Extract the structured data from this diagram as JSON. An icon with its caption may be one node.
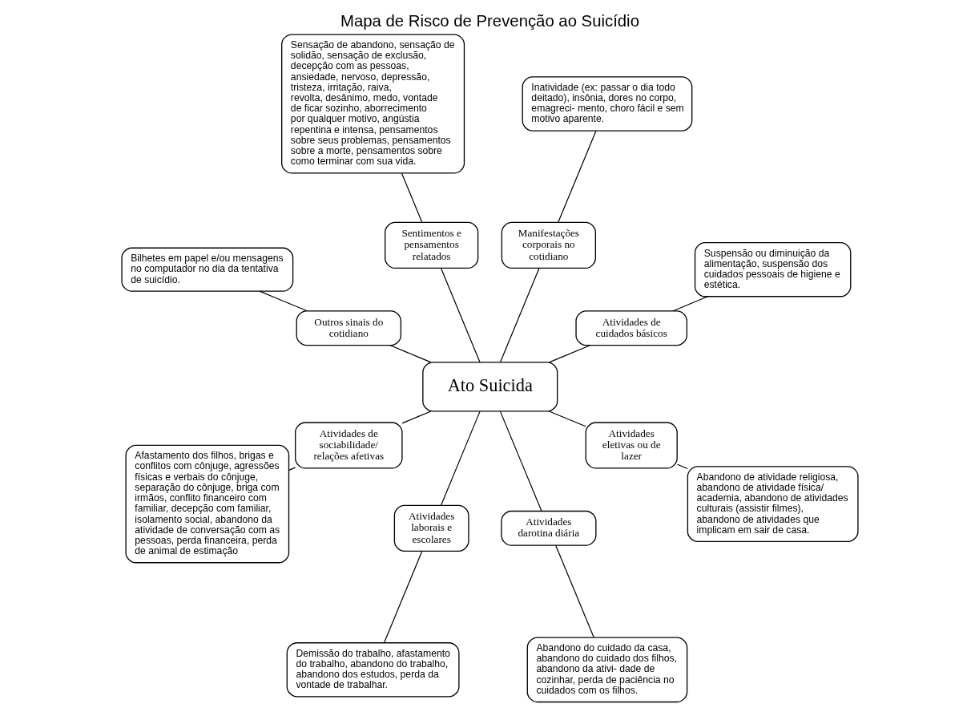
{
  "diagram": {
    "title": "Mapa de Risco de Prevenção ao Suicídio",
    "nodes": [
      {
        "text": [
          "Ato Suicida"
        ]
      },
      {
        "text": [
          "Atividades de cuidados básicos"
        ]
      },
      {
        "text": [
          "Suspensão ou diminuição da alimentação, suspensão dos cuidados pessoais de higiene e estética."
        ]
      },
      {
        "text": [
          "Manifestações corporais no cotidiano"
        ]
      },
      {
        "text": [
          "Inatividade (ex: passar o dia todo deitado), insônia, dores no corpo, emagreci- mento, choro fácil e sem motivo aparente."
        ]
      },
      {
        "text": [
          "Sentimentos e pensamentos relatados"
        ]
      },
      {
        "text": [
          "Sensação de abandono, sensação de solidão, sensação de exclusão, decepção com as pessoas, ansiedade, nervoso, depressão, tristeza, irritação, raiva, revolta, desânimo, medo, vontade de ficar sozinho, aborrecimento por qualquer motivo, angústia repentina e intensa, pensamentos sobre seus problemas, pensamentos sobre a morte, pensamentos sobre como terminar com sua vida."
        ]
      },
      {
        "text": [
          "Outros sinais do cotidiano"
        ]
      },
      {
        "text": [
          "Bilhetes em papel e/ou mensagens no computador no dia da tentativa de suicídio."
        ]
      },
      {
        "text": [
          "Atividades de sociabilidade/ relações afetivas"
        ]
      },
      {
        "text": [
          "Afastamento dos filhos, brigas e conflitos com cônjuge, agressões físicas e verbais do cônjuge, separação do cônjuge, briga com irmãos, conflito financeiro com familiar, decepção com familiar, isolamento social, abandono da atividade de conversação com as pessoas, perda financeira, perda de animal de estimação"
        ]
      },
      {
        "text": [
          "Atividades laborais e escolares"
        ]
      },
      {
        "text": [
          "Demissão do trabalho, afastamento do trabalho, abandono do trabalho, abandono dos estudos, perda da vontade de trabalhar."
        ]
      },
      {
        "text": [
          "Atividades darotina diária"
        ]
      },
      {
        "text": [
          "Abandono do cuidado da casa, abandono do cuidado dos filhos, abandono da ativi- dade de cozinhar, perda de paciência no cuidados com os filhos."
        ]
      },
      {
        "text": [
          "Atividades eletivas ou de lazer"
        ]
      },
      {
        "text": [
          "Abandono de atividade religiosa, abandono de atividade física/ academia, abandono de atividades culturais (assistir filmes), abandono de atividades que implicam em sair de casa."
        ]
      }
    ],
    "edges": [
      {
        "from": 0,
        "to": 1,
        "arrow": "none"
      },
      {
        "from": 1,
        "to": 2,
        "arrow": "none"
      },
      {
        "from": 0,
        "to": 3,
        "arrow": "none"
      },
      {
        "from": 3,
        "to": 4,
        "arrow": "none"
      },
      {
        "from": 0,
        "to": 5,
        "arrow": "none"
      },
      {
        "from": 5,
        "to": 6,
        "arrow": "none"
      },
      {
        "from": 0,
        "to": 7,
        "arrow": "none"
      },
      {
        "from": 7,
        "to": 8,
        "arrow": "none"
      },
      {
        "from": 0,
        "to": 9,
        "arrow": "none"
      },
      {
        "from": 9,
        "to": 10,
        "arrow": "none"
      },
      {
        "from": 0,
        "to": 11,
        "arrow": "none"
      },
      {
        "from": 11,
        "to": 12,
        "arrow": "none"
      },
      {
        "from": 0,
        "to": 13,
        "arrow": "none"
      },
      {
        "from": 13,
        "to": 14,
        "arrow": "none"
      },
      {
        "from": 0,
        "to": 15,
        "arrow": "none"
      },
      {
        "from": 15,
        "to": 16,
        "arrow": "none"
      }
    ]
  }
}
